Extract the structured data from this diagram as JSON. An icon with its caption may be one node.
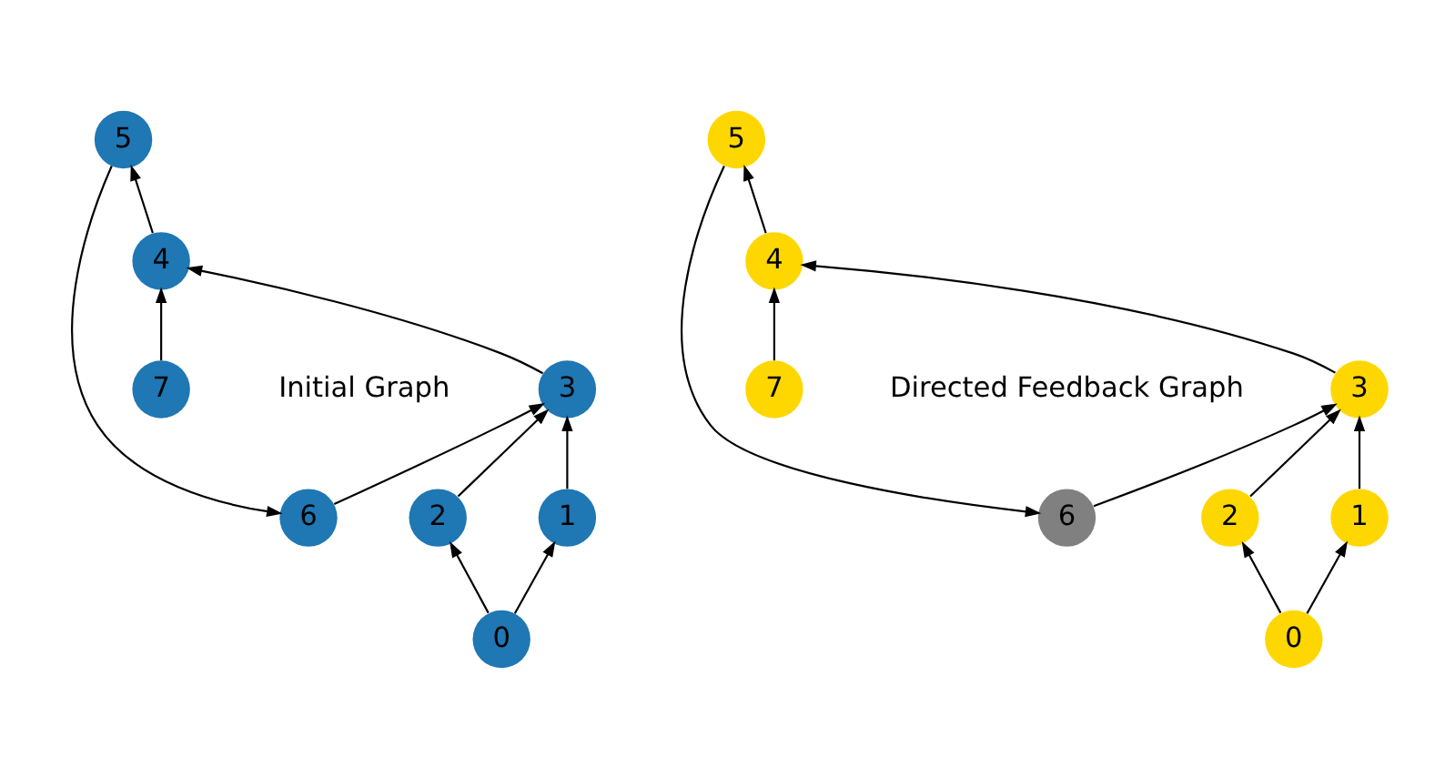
{
  "diagram": {
    "nodes": [
      {
        "text": [
          "0"
        ]
      },
      {
        "text": [
          "1"
        ]
      },
      {
        "text": [
          "2"
        ]
      },
      {
        "text": [
          "3"
        ]
      },
      {
        "text": [
          "4"
        ]
      },
      {
        "text": [
          "5"
        ]
      },
      {
        "text": [
          "6"
        ]
      },
      {
        "text": [
          "7"
        ]
      },
      {
        "text": [
          "0"
        ]
      },
      {
        "text": [
          "1"
        ]
      },
      {
        "text": [
          "2"
        ]
      },
      {
        "text": [
          "3"
        ]
      },
      {
        "text": [
          "4"
        ]
      },
      {
        "text": [
          "5"
        ]
      },
      {
        "text": [
          "6"
        ]
      },
      {
        "text": [
          "7"
        ]
      }
    ],
    "edges": [
      {
        "from": 0,
        "to": 1,
        "arrow": "to"
      },
      {
        "from": 0,
        "to": 2,
        "arrow": "to"
      },
      {
        "from": 1,
        "to": 3,
        "arrow": "to"
      },
      {
        "from": 2,
        "to": 3,
        "arrow": "to"
      },
      {
        "from": 3,
        "to": 4,
        "arrow": "to"
      },
      {
        "from": 4,
        "to": 5,
        "arrow": "to"
      },
      {
        "from": 5,
        "to": 6,
        "arrow": "to"
      },
      {
        "from": 6,
        "to": 3,
        "arrow": "to"
      },
      {
        "from": 7,
        "to": 4,
        "arrow": "to"
      },
      {
        "from": 8,
        "to": 9,
        "arrow": "to"
      },
      {
        "from": 8,
        "to": 10,
        "arrow": "to"
      },
      {
        "from": 9,
        "to": 11,
        "arrow": "to"
      },
      {
        "from": 10,
        "to": 11,
        "arrow": "to"
      },
      {
        "from": 11,
        "to": 12,
        "arrow": "to"
      },
      {
        "from": 12,
        "to": 13,
        "arrow": "to"
      },
      {
        "from": 13,
        "to": 14,
        "arrow": "to"
      },
      {
        "from": 14,
        "to": 11,
        "arrow": "to"
      },
      {
        "from": 15,
        "to": 12,
        "arrow": "to"
      }
    ],
    "labels": [
      "Initial Graph",
      "Directed Feedback Graph"
    ]
  }
}
